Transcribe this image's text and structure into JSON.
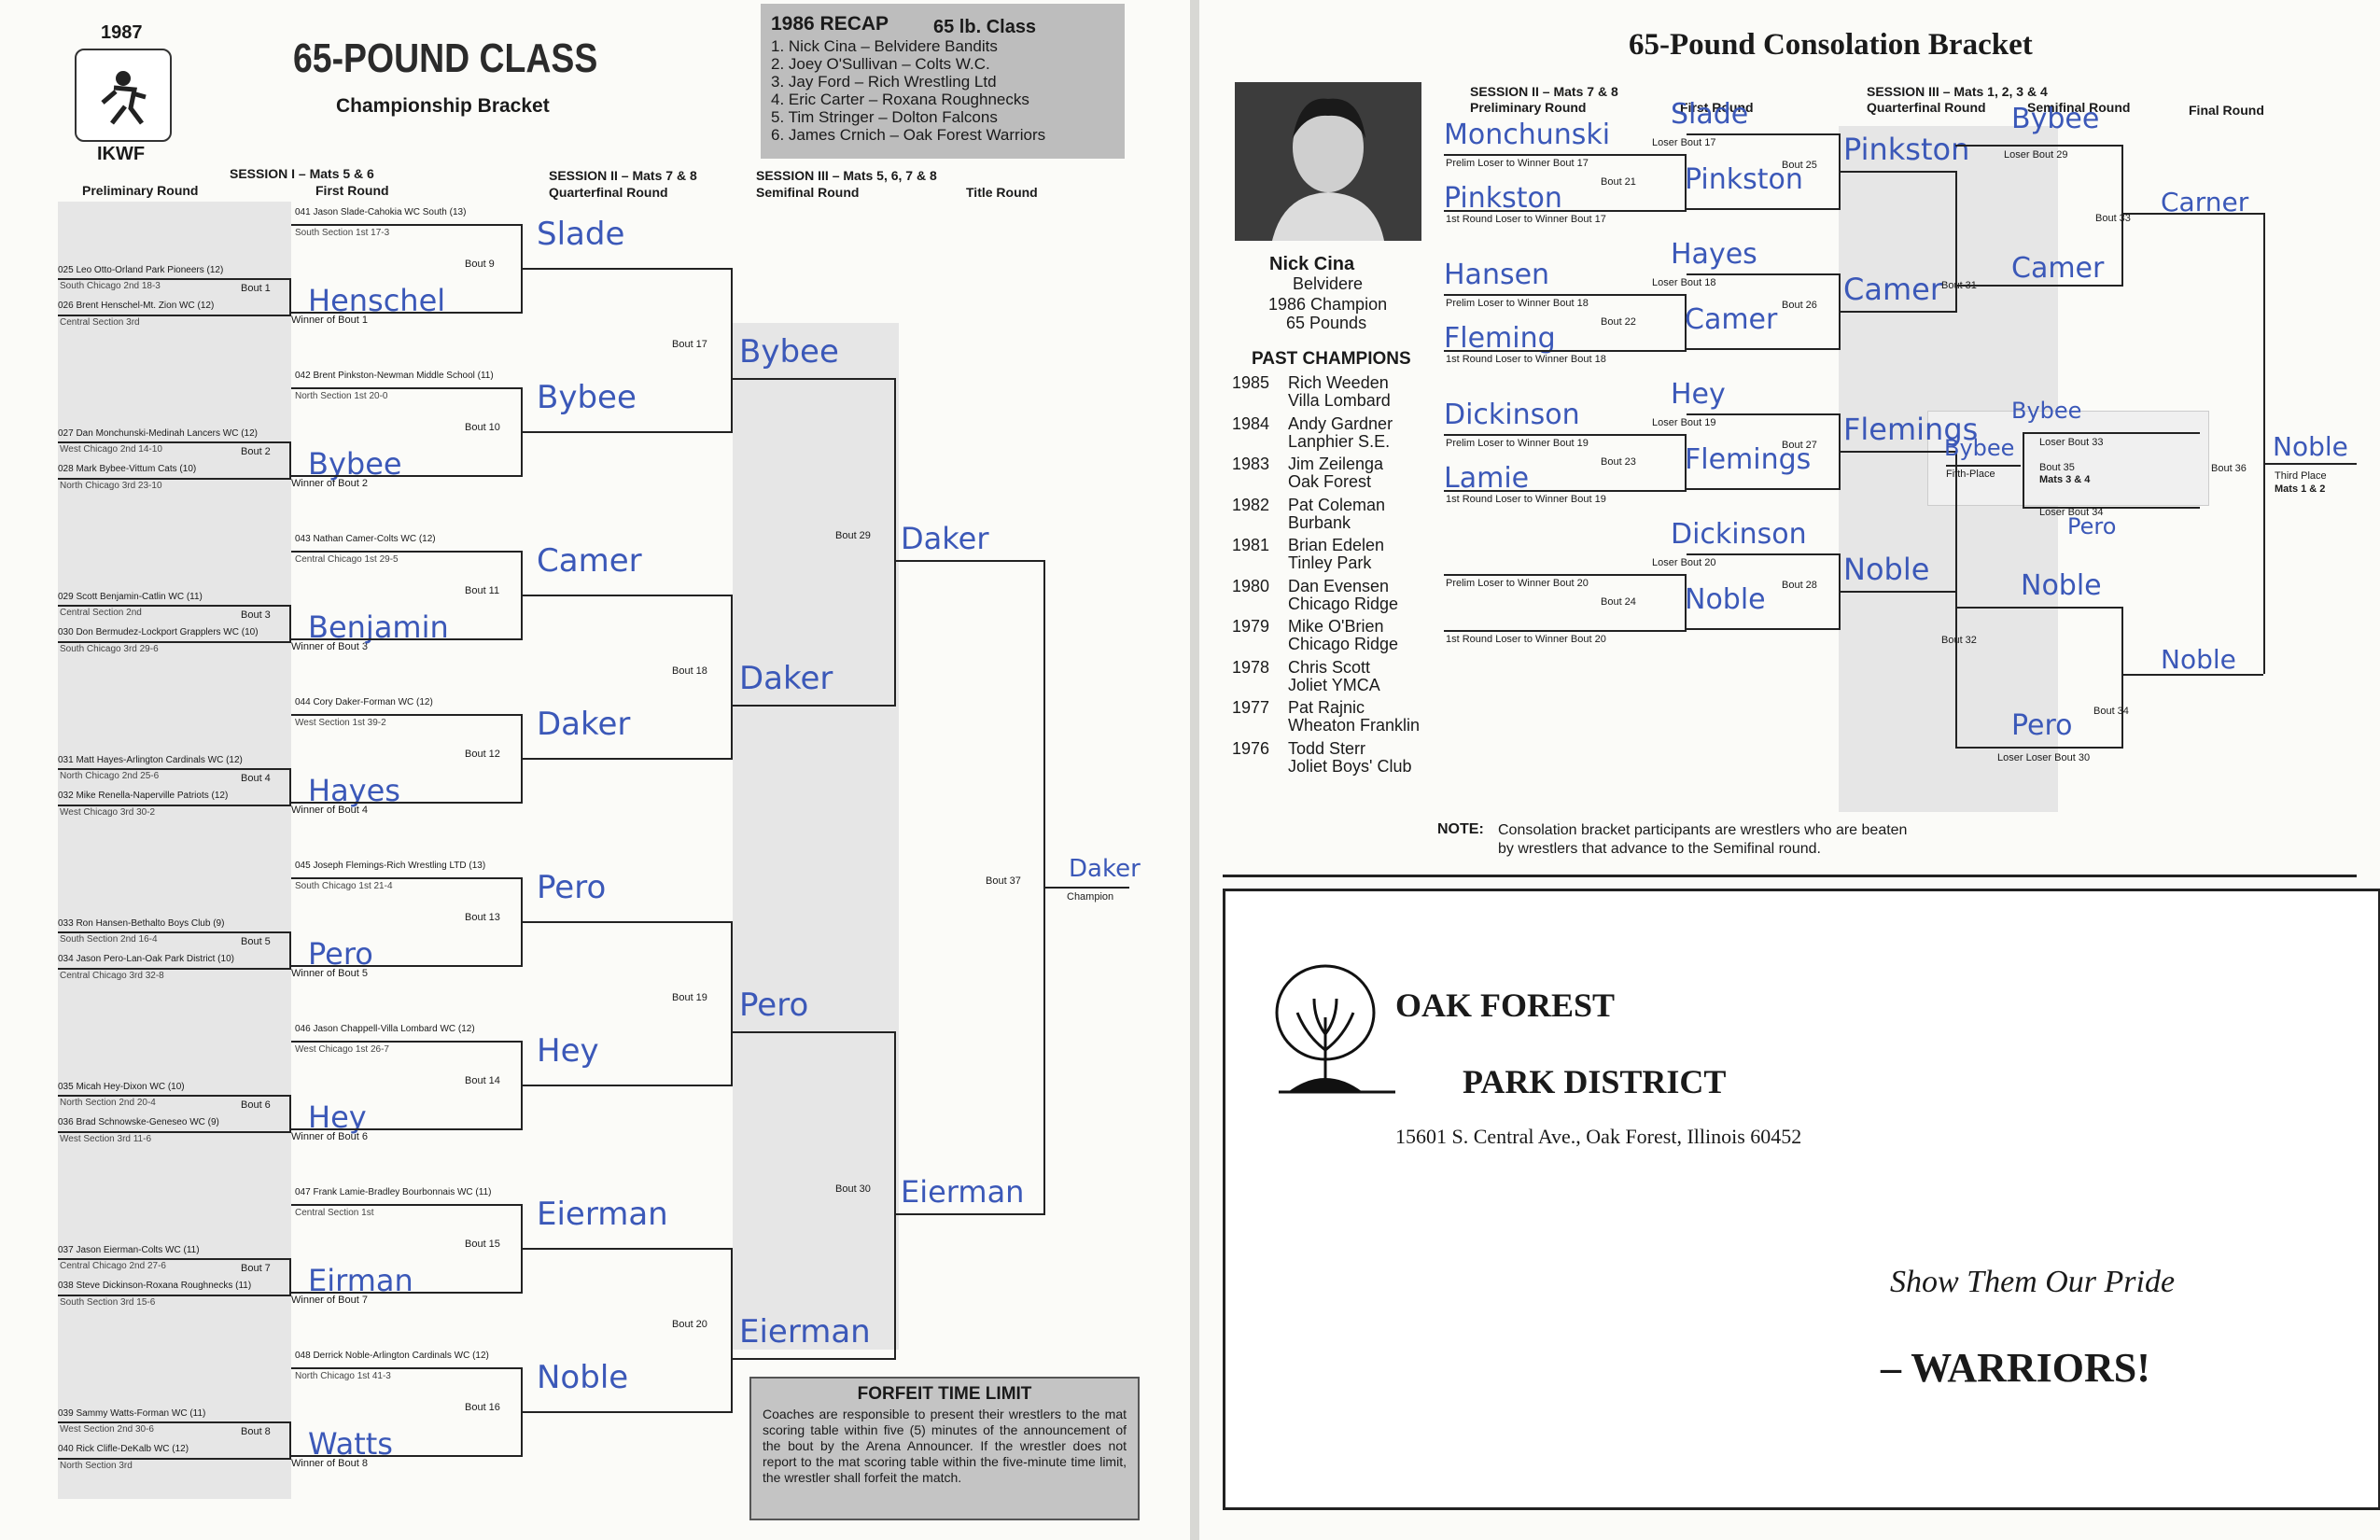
{
  "left_page": {
    "year": "1987",
    "org": "IKWF",
    "title": "65-POUND CLASS",
    "subtitle": "Championship Bracket",
    "recap": {
      "title": "1986 RECAP",
      "class": "65 lb. Class",
      "lines": [
        "1. Nick Cina – Belvidere Bandits",
        "2. Joey O'Sullivan – Colts W.C.",
        "3. Jay Ford – Rich Wrestling Ltd",
        "4. Eric Carter – Roxana Roughnecks",
        "5. Tim Stringer – Dolton Falcons",
        "6. James Crnich – Oak Forest Warriors"
      ]
    },
    "headers": {
      "prelim": "Preliminary Round",
      "session1": "SESSION I – Mats 5 & 6",
      "first_round": "First Round",
      "session2": "SESSION II – Mats 7 & 8",
      "quarterfinal": "Quarterfinal Round",
      "session3": "SESSION III – Mats 5, 6, 7 & 8",
      "semifinal": "Semifinal Round",
      "title_round": "Title Round"
    },
    "prelims": [
      {
        "a": "025 Leo Otto-Orland Park Pioneers (12)",
        "a_rec": "South Chicago 2nd   18-3",
        "b": "026 Brent Henschel-Mt. Zion WC (12)",
        "b_rec": "Central Section 3rd",
        "bout": "Bout 1",
        "winner_label": "Winner of Bout 1",
        "winner": "Henschel"
      },
      {
        "a": "027 Dan Monchunski-Medinah Lancers WC (12)",
        "a_rec": "West Chicago 2nd   14-10",
        "b": "028 Mark Bybee-Vittum Cats (10)",
        "b_rec": "North Chicago 3rd   23-10",
        "bout": "Bout 2",
        "winner_label": "Winner of Bout 2",
        "winner": "Bybee"
      },
      {
        "a": "029 Scott Benjamin-Catlin WC (11)",
        "a_rec": "Central Section 2nd",
        "b": "030 Don Bermudez-Lockport Grapplers WC (10)",
        "b_rec": "South Chicago 3rd   29-6",
        "bout": "Bout 3",
        "winner_label": "Winner of Bout 3",
        "winner": "Benjamin"
      },
      {
        "a": "031 Matt Hayes-Arlington Cardinals WC (12)",
        "a_rec": "North Chicago 2nd   25-6",
        "b": "032 Mike Renella-Naperville Patriots (12)",
        "b_rec": "West Chicago 3rd   30-2",
        "bout": "Bout 4",
        "winner_label": "Winner of Bout 4",
        "winner": "Hayes"
      },
      {
        "a": "033 Ron Hansen-Bethalto Boys Club (9)",
        "a_rec": "South Section 2nd   16-4",
        "b": "034 Jason Pero-Lan-Oak Park District (10)",
        "b_rec": "Central Chicago 3rd   32-8",
        "bout": "Bout 5",
        "winner_label": "Winner of Bout 5",
        "winner": "Pero"
      },
      {
        "a": "035 Micah Hey-Dixon WC (10)",
        "a_rec": "North Section 2nd   20-4",
        "b": "036 Brad Schnowske-Geneseo WC (9)",
        "b_rec": "West Section 3rd   11-6",
        "bout": "Bout 6",
        "winner_label": "Winner of Bout 6",
        "winner": "Hey"
      },
      {
        "a": "037 Jason Eierman-Colts WC (11)",
        "a_rec": "Central Chicago 2nd   27-6",
        "b": "038 Steve Dickinson-Roxana Roughnecks (11)",
        "b_rec": "South Section 3rd   15-6",
        "bout": "Bout 7",
        "winner_label": "Winner of Bout 7",
        "winner": "Eirman"
      },
      {
        "a": "039 Sammy Watts-Forman WC (11)",
        "a_rec": "West Section 2nd   30-6",
        "b": "040 Rick Clifle-DeKalb WC (12)",
        "b_rec": "North Section 3rd",
        "bout": "Bout 8",
        "winner_label": "Winner of Bout 8",
        "winner": "Watts"
      }
    ],
    "first_round": [
      {
        "seed": "041 Jason Slade-Cahokia WC South (13)",
        "rec": "South Section 1st   17-3",
        "bout": "Bout 9",
        "winner": "Slade"
      },
      {
        "seed": "042 Brent Pinkston-Newman Middle School (11)",
        "rec": "North Section 1st   20-0",
        "bout": "Bout 10",
        "winner": "Bybee"
      },
      {
        "seed": "043 Nathan Camer-Colts WC (12)",
        "rec": "Central Chicago 1st   29-5",
        "bout": "Bout 11",
        "winner": "Camer"
      },
      {
        "seed": "044 Cory Daker-Forman WC (12)",
        "rec": "West Section 1st   39-2",
        "bout": "Bout 12",
        "winner": "Daker"
      },
      {
        "seed": "045 Joseph Flemings-Rich Wrestling LTD (13)",
        "rec": "South Chicago 1st   21-4",
        "bout": "Bout 13",
        "winner": "Pero"
      },
      {
        "seed": "046 Jason Chappell-Villa Lombard WC (12)",
        "rec": "West Chicago 1st   26-7",
        "bout": "Bout 14",
        "winner": "Hey"
      },
      {
        "seed": "047 Frank Lamie-Bradley Bourbonnais WC (11)",
        "rec": "Central Section 1st",
        "bout": "Bout 15",
        "winner": "Eierman"
      },
      {
        "seed": "048 Derrick Noble-Arlington Cardinals WC (12)",
        "rec": "North Chicago 1st   41-3",
        "bout": "Bout 16",
        "winner": "Noble"
      }
    ],
    "quarterfinals": [
      {
        "bout": "Bout 17",
        "winner": "Bybee"
      },
      {
        "bout": "Bout 18",
        "winner": "Daker"
      },
      {
        "bout": "Bout 19",
        "winner": "Pero"
      },
      {
        "bout": "Bout 20",
        "winner": "Eierman"
      }
    ],
    "semifinals": [
      {
        "bout": "Bout 29",
        "winner": "Daker"
      },
      {
        "bout": "Bout 30",
        "winner": "Eierman"
      }
    ],
    "final": {
      "bout": "Bout 37",
      "winner": "Daker",
      "label": "Champion"
    },
    "forfeit": {
      "title": "FORFEIT TIME LIMIT",
      "text": "Coaches are responsible to present their wrestlers to the mat scoring table within five (5) minutes of the announcement of the bout by the Arena Announcer. If the wrestler does not report to the mat scoring table within the five-minute time limit, the wrestler shall forfeit the match."
    }
  },
  "right_page": {
    "title": "65-Pound Consolation Bracket",
    "headers": {
      "session2": "SESSION II – Mats 7 & 8",
      "prelim": "Preliminary Round",
      "first_round": "First Round",
      "session3": "SESSION III – Mats 1, 2, 3 & 4",
      "quarterfinal": "Quarterfinal Round",
      "semifinal": "Semifinal Round",
      "final": "Final Round"
    },
    "champion": {
      "name": "Nick Cina",
      "town": "Belvidere",
      "line1": "1986 Champion",
      "line2": "65 Pounds"
    },
    "past_title": "PAST CHAMPIONS",
    "past": [
      {
        "year": "1985",
        "name": "Rich Weeden",
        "club": "Villa Lombard"
      },
      {
        "year": "1984",
        "name": "Andy Gardner",
        "club": "Lanphier S.E."
      },
      {
        "year": "1983",
        "name": "Jim Zeilenga",
        "club": "Oak Forest"
      },
      {
        "year": "1982",
        "name": "Pat Coleman",
        "club": "Burbank"
      },
      {
        "year": "1981",
        "name": "Brian Edelen",
        "club": "Tinley Park"
      },
      {
        "year": "1980",
        "name": "Dan Evensen",
        "club": "Chicago Ridge"
      },
      {
        "year": "1979",
        "name": "Mike O'Brien",
        "club": "Chicago Ridge"
      },
      {
        "year": "1978",
        "name": "Chris Scott",
        "club": "Joliet YMCA"
      },
      {
        "year": "1977",
        "name": "Pat Rajnic",
        "club": "Wheaton Franklin"
      },
      {
        "year": "1976",
        "name": "Todd Sterr",
        "club": "Joliet Boys' Club"
      }
    ],
    "labels": {
      "prelim_loser_17": "Prelim Loser to Winner Bout 17",
      "first_loser_17": "1st Round Loser to Winner Bout 17",
      "prelim_loser_18": "Prelim Loser to Winner Bout 18",
      "first_loser_18": "1st Round Loser to Winner Bout 18",
      "prelim_loser_19": "Prelim Loser to Winner Bout 19",
      "first_loser_19": "1st Round Loser to Winner Bout 19",
      "prelim_loser_20": "Prelim Loser to Winner Bout 20",
      "first_loser_20": "1st Round Loser to Winner Bout 20",
      "loser17": "Loser Bout 17",
      "loser18": "Loser Bout 18",
      "loser19": "Loser Bout 19",
      "loser20": "Loser Bout 20",
      "loser29": "Loser Bout 29",
      "loser30": "Loser Loser Bout 30",
      "loser33": "Loser Bout 33",
      "loser34": "Loser Bout 34",
      "fifth": "Fifth-Place",
      "third": "Third Place",
      "third_mats": "Mats 1 & 2",
      "bout35": "Bout 35",
      "bout35_mats": "Mats 3 & 4"
    },
    "bouts": {
      "b21": "Bout 21",
      "b22": "Bout 22",
      "b23": "Bout 23",
      "b24": "Bout 24",
      "b25": "Bout 25",
      "b26": "Bout 26",
      "b27": "Bout 27",
      "b28": "Bout 28",
      "b31": "Bout 31",
      "b32": "Bout 32",
      "b33": "Bout 33",
      "b34": "Bout 34",
      "b36": "Bout 36"
    },
    "hand": {
      "p1": "Monchunski",
      "p2": "Pinkston",
      "p3": "Hansen",
      "p4": "Fleming",
      "p5": "Dickinson",
      "p6": "Lamie",
      "l17": "Slade",
      "w21": "Pinkston",
      "l18": "Hayes",
      "w22": "Camer",
      "l19": "Hey",
      "w23": "Flemings",
      "l20": "Dickinson",
      "w24": "Noble",
      "w25": "Pinkston",
      "w26": "Camer",
      "w27": "Flemings",
      "w28": "Noble",
      "l29": "Bybee",
      "w31": "Camer",
      "l30": "Pero",
      "w32": "Noble",
      "w33": "Carner",
      "w34": "Noble",
      "l33": "Bybee",
      "l34": "Pero",
      "w35": "Bybee",
      "w36": "Noble"
    },
    "note_label": "NOTE:",
    "note": "Consolation bracket participants are wrestlers who are beaten by wrestlers that advance to the Semifinal round.",
    "ad": {
      "name1": "OAK FOREST",
      "name2": "PARK DISTRICT",
      "address": "15601 S. Central Ave., Oak Forest, Illinois 60452",
      "slogan": "Show Them Our Pride",
      "cheer": "– WARRIORS!"
    }
  }
}
